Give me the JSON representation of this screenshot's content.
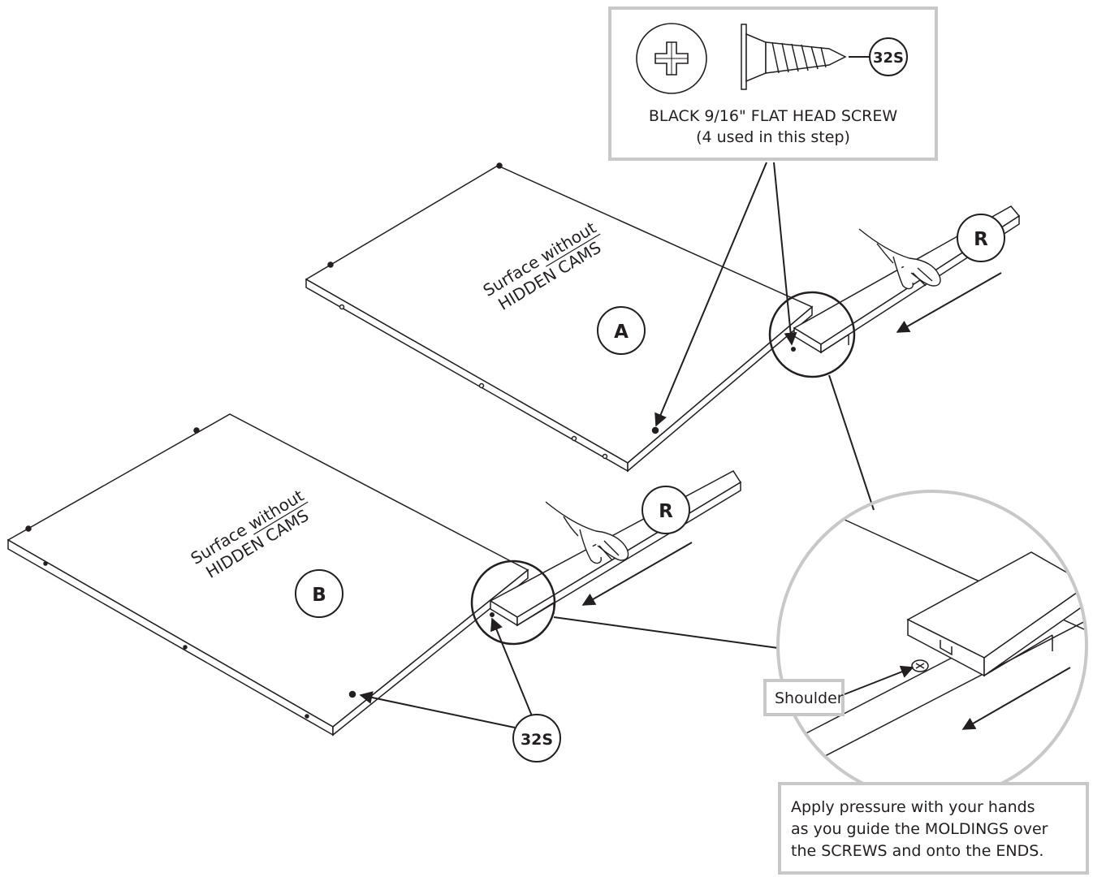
{
  "hardware_panel": {
    "part_code": "32S",
    "name": "BLACK 9/16\" FLAT HEAD SCREW",
    "quantity_note": "(4 used in this step)"
  },
  "panels": [
    {
      "letter": "A",
      "surface_line1": "Surface without",
      "surface_line2": "HIDDEN CAMS"
    },
    {
      "letter": "B",
      "surface_line1": "Surface without",
      "surface_line2": "HIDDEN CAMS"
    }
  ],
  "moldings": [
    {
      "letter": "R"
    },
    {
      "letter": "R"
    }
  ],
  "callout_part": "32S",
  "shoulder_label": "Shoulder",
  "instruction": [
    "Apply pressure with your hands",
    "as you guide the MOLDINGS over",
    "the SCREWS and onto the ENDS."
  ],
  "colors": {
    "line": "#231f20",
    "frame": "#c8c8c8"
  }
}
